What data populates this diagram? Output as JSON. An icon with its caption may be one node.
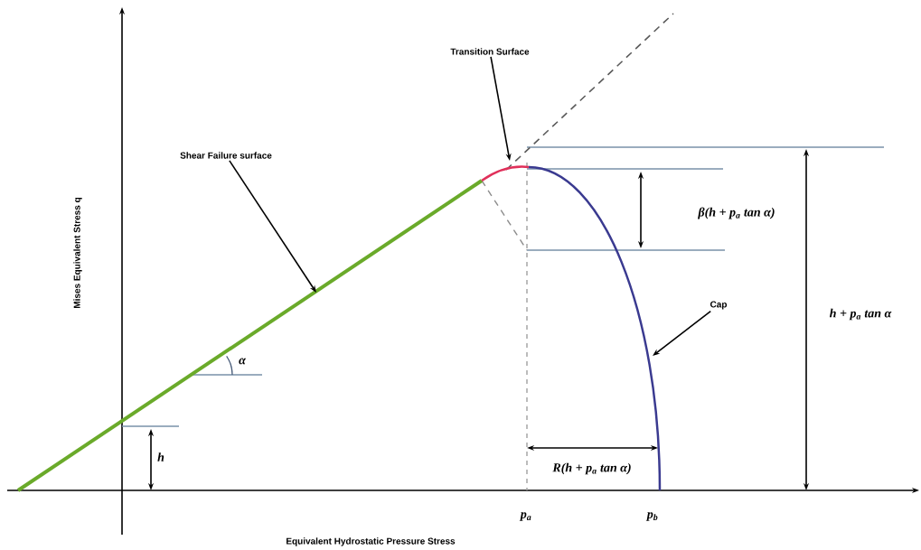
{
  "diagram": {
    "nodes": [
      {
        "text": [
          "Transition Surface"
        ]
      },
      {
        "text": [
          "Shear Failure surface"
        ]
      },
      {
        "text": [
          "Cap"
        ]
      }
    ],
    "edges": [
      {
        "from": 0,
        "to": null,
        "arrow": "to"
      },
      {
        "from": 1,
        "to": null,
        "arrow": "to"
      },
      {
        "from": 2,
        "to": null,
        "arrow": "to"
      }
    ],
    "labels": [
      "β(h + p$_{a}$ tan α)",
      "Mises Equivalent Stress q",
      "h + p$_{a}$ tan α",
      "α",
      "h",
      "R(h + p$_{a}$ tan α)",
      "p$_{a}$",
      "p$_{b}$",
      "Equivalent Hydrostatic Pressure Stress"
    ]
  }
}
